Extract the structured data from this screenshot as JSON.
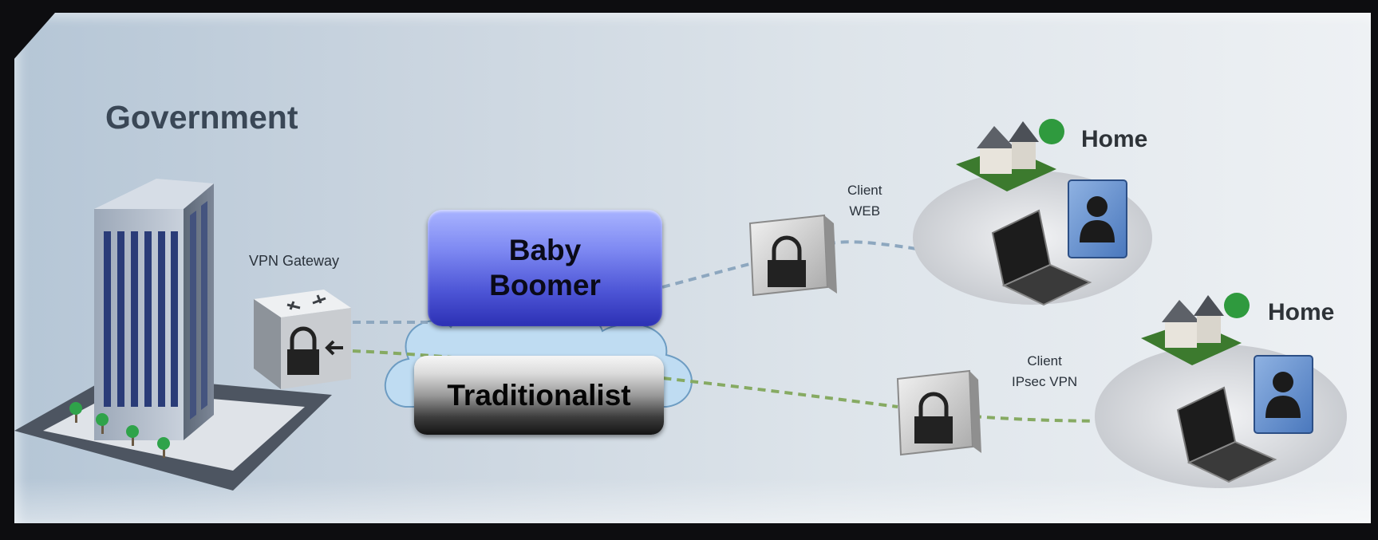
{
  "government": {
    "label": "Government"
  },
  "gateway": {
    "label": "VPN Gateway"
  },
  "generations": {
    "baby_boomer": "Baby\nBoomer",
    "traditionalist": "Traditionalist"
  },
  "homes": [
    {
      "label": "Home",
      "client": "Client\nWEB"
    },
    {
      "label": "Home",
      "client": "Client\nIPsec VPN"
    }
  ],
  "colors": {
    "link_web": "#8da7bf",
    "link_ipsec": "#86aa62",
    "baby_boomer": "#4d55d6",
    "traditionalist": "#3c3c3c"
  }
}
